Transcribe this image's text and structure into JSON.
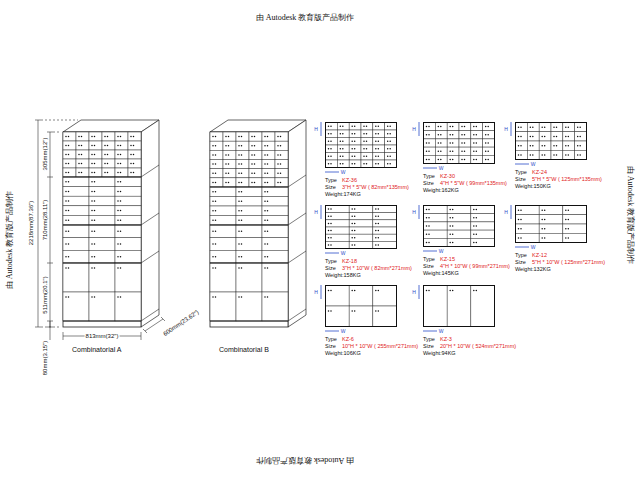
{
  "diagram": {
    "nodes": [
      {
        "text": [
          "Combinatorial A"
        ]
      },
      {
        "text": [
          "Combinatorial B"
        ]
      },
      {
        "text": [
          "Type",
          "KZ-36",
          "Size",
          "3\"H * 5\"W ( 82mm*135mm)",
          "Weight:174KG"
        ]
      },
      {
        "text": [
          "Type",
          "KZ-30",
          "Size",
          "4\"H * 5\"W ( 99mm*135mm)",
          "Weight:162KG"
        ]
      },
      {
        "text": [
          "Type",
          "KZ-24",
          "Size",
          "5\"H * 5\"W ( 125mm*135mm)",
          "Weight:150KG"
        ]
      },
      {
        "text": [
          "Type",
          "KZ-18",
          "Size",
          "3\"H * 10\"W ( 82mm*271mm)",
          "Weight:158KG"
        ]
      },
      {
        "text": [
          "Type",
          "KZ-15",
          "Size",
          "4\"H * 10\"W ( 99mm*271mm)",
          "Weight:145KG"
        ]
      },
      {
        "text": [
          "Type",
          "KZ-12",
          "Size",
          "5\"H * 10\"W ( 125mm*271mm)",
          "Weight:132KG"
        ]
      },
      {
        "text": [
          "Type",
          "KZ-6",
          "Size",
          "10\"H * 10\"W ( 255mm*271mm)",
          "Weight:106KG"
        ]
      },
      {
        "text": [
          "Type",
          "KZ-3",
          "Size",
          "20\"H * 10\"W ( 524mm*271mm)",
          "Weight:94KG"
        ]
      }
    ],
    "labels": [
      "由 Autodesk 教育版产品制作",
      "由 Autodesk 教育版产品制作",
      "由 Autodesk 教育版产品制作",
      "由 Autodesk 教育版产品制作",
      "2218mm(87.36\")",
      "305mm(12\")",
      "710mm(28.11\")",
      "511mm(20.1\")",
      "80mm(3.15\")",
      "813mm(32\")",
      "600mm(23.62\")",
      "H",
      "W",
      "H",
      "W",
      "H",
      "W",
      "H",
      "W",
      "H",
      "W",
      "H",
      "W",
      "H",
      "W",
      "H",
      "W"
    ]
  }
}
